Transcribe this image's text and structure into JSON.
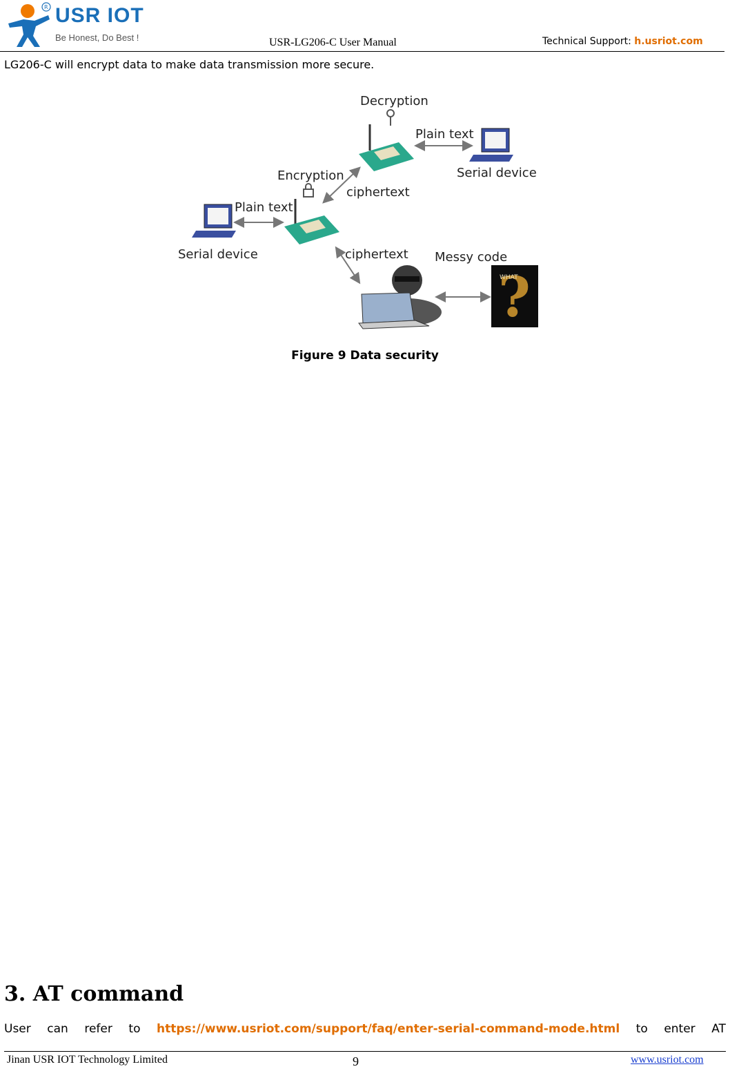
{
  "header": {
    "logo_name": "USR IOT",
    "logo_slogan": "Be Honest, Do Best !",
    "doc_title": "USR-LG206-C User Manual",
    "support_label": "Technical Support:",
    "support_link": "h.usriot.com",
    "brand_color": "#1a6fb8",
    "link_color": "#e06d00"
  },
  "intro_text": "LG206-C will encrypt data to make data transmission more secure.",
  "figure": {
    "labels": {
      "decryption": "Decryption",
      "plain_text_top": "Plain text",
      "serial_device_right": "Serial device",
      "encryption": "Encryption",
      "ciphertext_top": "ciphertext",
      "plain_text_left": "Plain text",
      "serial_device_left": "Serial device",
      "ciphertext_bottom": "ciphertext",
      "messy_code": "Messy code",
      "what": "WHAT"
    },
    "caption": "Figure 9 Data security"
  },
  "section": {
    "heading": "3. AT command",
    "para_words": [
      "User",
      "can",
      "refer",
      "to"
    ],
    "para_url": "https://www.usriot.com/support/faq/enter-serial-command-mode.html",
    "para_tail": [
      "to",
      "enter",
      "AT"
    ]
  },
  "footer": {
    "company": "Jinan USR IOT Technology Limited",
    "page": "9",
    "website": "www.usriot.com"
  }
}
